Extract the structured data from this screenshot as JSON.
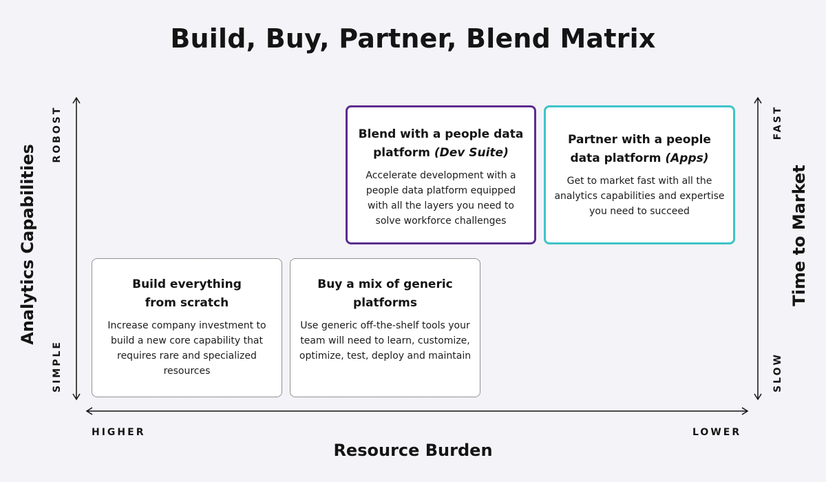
{
  "title": "Build, Buy, Partner, Blend Matrix",
  "x_axis": {
    "label": "Resource Burden",
    "left_tick": "HIGHER",
    "right_tick": "LOWER"
  },
  "y_axis_left": {
    "label": "Analytics Capabilities",
    "top_tick": "ROBOST",
    "bottom_tick": "SIMPLE"
  },
  "y_axis_right": {
    "label": "Time to Market",
    "top_tick": "FAST",
    "bottom_tick": "SLOW"
  },
  "boxes": [
    {
      "heading": "Build everything from scratch",
      "heading_line1": "Build everything",
      "heading_line2": "from scratch",
      "heading_italic": "",
      "body": "Increase company investment to build a new core capability that requires rare and specialized resources"
    },
    {
      "heading_line1": "Buy a mix of generic",
      "heading_line2": "platforms",
      "heading_italic": "",
      "body": "Use generic off-the-shelf tools your team will need to learn, customize, optimize, test, deploy and maintain"
    },
    {
      "heading_line1": "Blend with a people data",
      "heading_line2": "platform",
      "heading_italic": "(Dev Suite)",
      "body": "Accelerate development with a people data platform equipped with all the layers you need to solve workforce challenges"
    },
    {
      "heading_line1": "Partner with a people",
      "heading_line2": "data platform",
      "heading_italic": "(Apps)",
      "body": "Get to market fast with all the analytics capabilities and expertise you need to succeed"
    }
  ]
}
